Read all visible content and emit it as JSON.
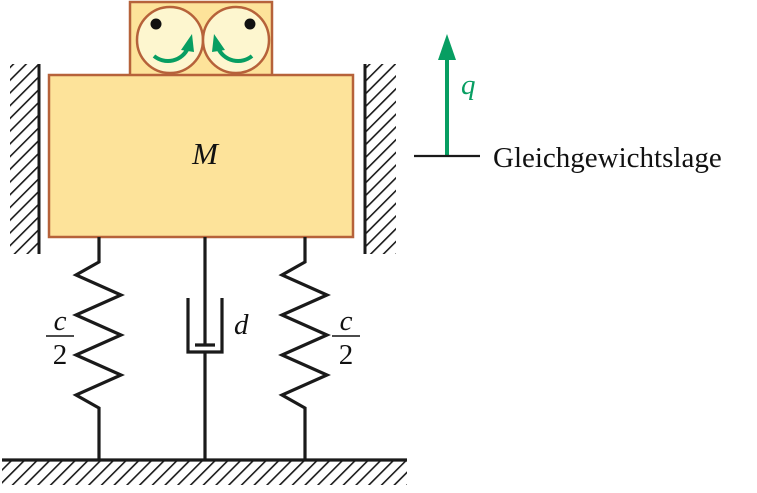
{
  "labels": {
    "mass": "M",
    "displacement": "q",
    "equilibrium": "Gleichgewichtslage",
    "damper": "d",
    "spring_left_num": "c",
    "spring_left_den": "2",
    "spring_right_num": "c",
    "spring_right_den": "2"
  },
  "colors": {
    "mass_fill": "#fde39a",
    "mass_stroke": "#b6623a",
    "rotor_fill": "#fdf6cf",
    "arrow": "#079e62",
    "line": "#1a1a1a"
  },
  "icons": {
    "rotor_left": "counter-rotating-unbalance-left",
    "rotor_right": "counter-rotating-unbalance-right",
    "ground": "hatched-ground",
    "walls": "hatched-guide-wall"
  }
}
